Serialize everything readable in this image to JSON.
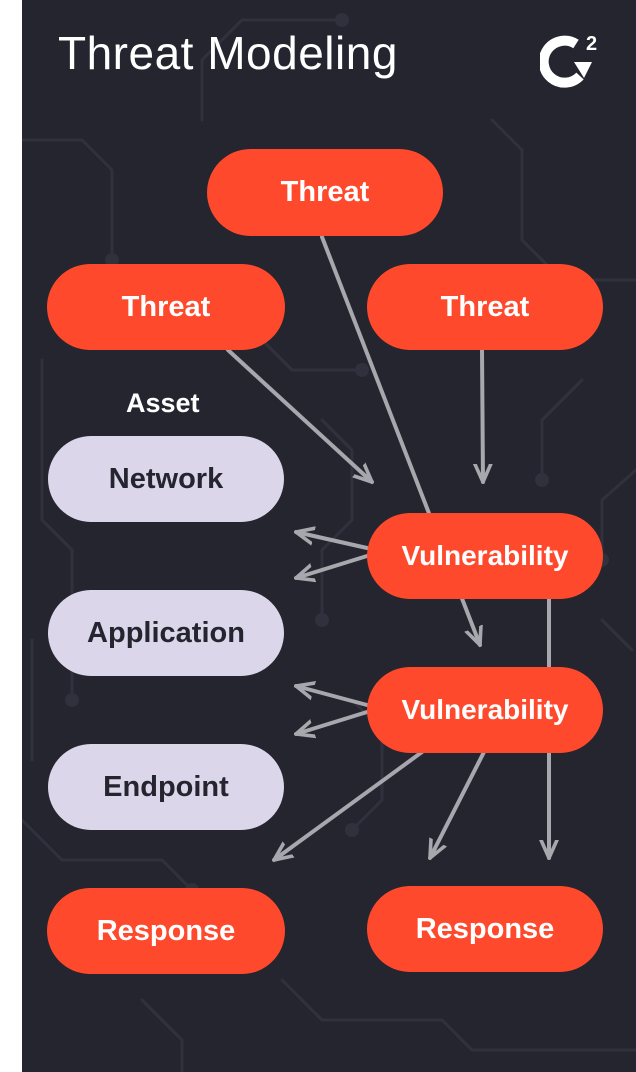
{
  "title": "Threat Modeling",
  "logo": {
    "icon": "g2-logo",
    "superscript": "2"
  },
  "colors": {
    "background": "#24252f",
    "accent": "#ff492c",
    "asset": "#dcd6ea",
    "connector": "#a7a7ad"
  },
  "asset_label": "Asset",
  "threats": [
    "Threat",
    "Threat",
    "Threat"
  ],
  "assets": [
    "Network",
    "Application",
    "Endpoint"
  ],
  "vulnerabilities": [
    "Vulnerability",
    "Vulnerability"
  ],
  "responses": [
    "Response",
    "Response"
  ]
}
